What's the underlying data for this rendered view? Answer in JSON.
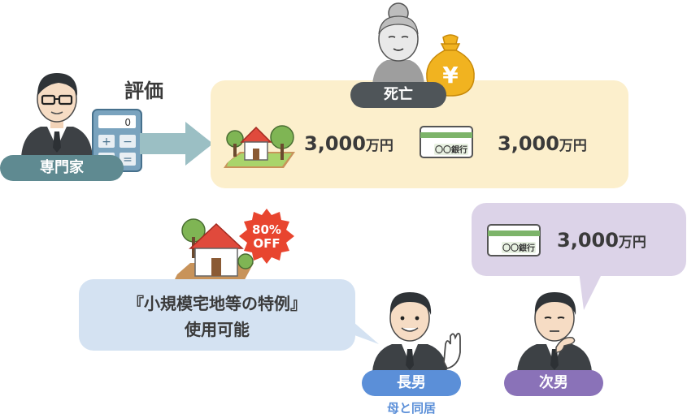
{
  "expert": {
    "label": "専門家",
    "valuation": "評価"
  },
  "deceased": {
    "label": "死亡"
  },
  "estate": {
    "land_amount": "3,000",
    "land_unit": "万円",
    "bank_amount": "3,000",
    "bank_unit": "万円",
    "bank_card_text": "〇〇銀行"
  },
  "eldest_son": {
    "label": "長男",
    "sublabel": "母と同居",
    "bubble_line1": "『小規模宅地等の特例』",
    "bubble_line2": "使用可能",
    "badge_line1": "80%",
    "badge_line2": "OFF"
  },
  "second_son": {
    "label": "次男",
    "amount": "3,000",
    "unit": "万円",
    "bank_card_text": "〇〇銀行"
  },
  "icons": {
    "yen_symbol": "¥",
    "calculator_display": "0"
  },
  "colors": {
    "expert": "#5f8a91",
    "deceased": "#4f5559",
    "eldest": "#5b8fd8",
    "second": "#8a72b8",
    "estate_bg": "#fcefcc",
    "moneybag": "#f1b320"
  }
}
